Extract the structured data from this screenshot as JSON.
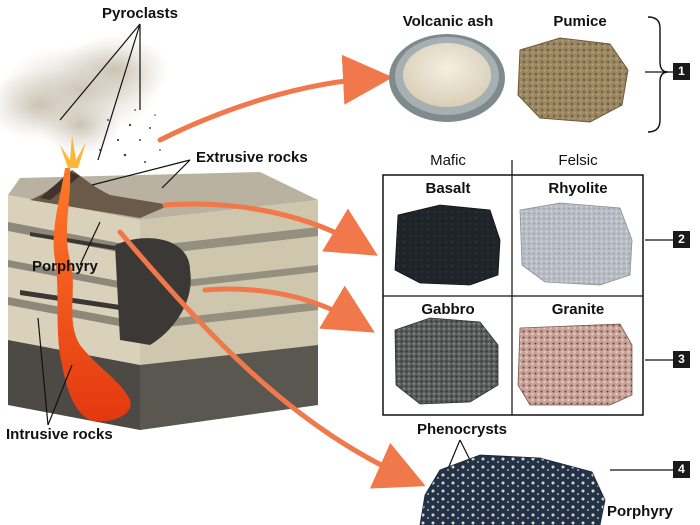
{
  "labels": {
    "pyroclasts": "Pyroclasts",
    "extrusive_rocks": "Extrusive rocks",
    "porphyry_in_block": "Porphyry",
    "intrusive_rocks": "Intrusive rocks",
    "phenocrysts": "Phenocrysts",
    "porphyry_sample": "Porphyry"
  },
  "top_samples": {
    "volcanic_ash": "Volcanic ash",
    "pumice": "Pumice"
  },
  "grid": {
    "col_mafic": "Mafic",
    "col_felsic": "Felsic",
    "basalt": "Basalt",
    "rhyolite": "Rhyolite",
    "gabbro": "Gabbro",
    "granite": "Granite"
  },
  "badges": [
    "1",
    "2",
    "3",
    "4"
  ],
  "colors": {
    "arrow": "#f0784a",
    "lava": "#e8501c",
    "ash_cloud": "#c8bfae",
    "layer_light": "#e7e0c8",
    "layer_dark": "#8a857a"
  }
}
